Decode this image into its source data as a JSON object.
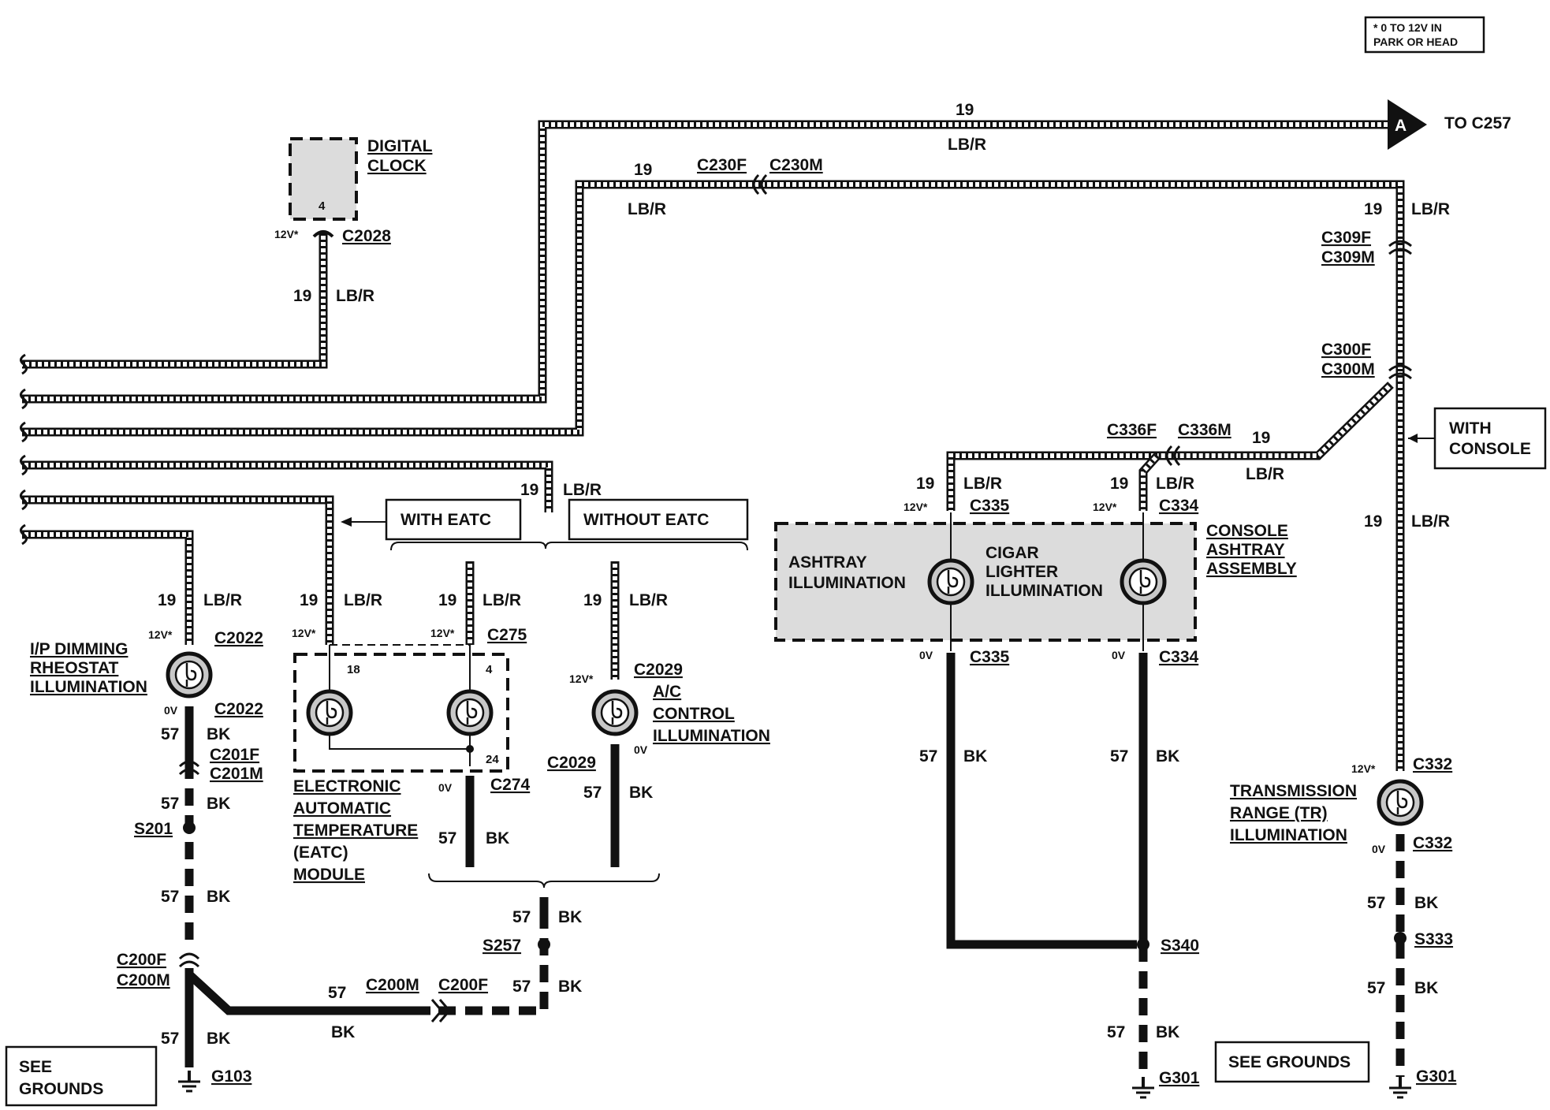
{
  "note": {
    "line1": "* 0 TO 12V IN",
    "line2": "PARK OR HEAD"
  },
  "arrow_a": {
    "letter": "A",
    "label": "TO C257"
  },
  "digital_clock": {
    "line1": "DIGITAL",
    "line2": "CLOCK",
    "pin": "4",
    "voltage": "12V*",
    "connector": "C2028"
  },
  "wire_labels": {
    "circuit_19": "19",
    "lbr": "LB/R",
    "circuit_57": "57",
    "bk": "BK"
  },
  "connectors": {
    "c230f": "C230F",
    "c230m": "C230M",
    "c309f": "C309F",
    "c309m": "C309M",
    "c300f": "C300F",
    "c300m": "C300M",
    "c336f": "C336F",
    "c336m": "C336M",
    "c335": "C335",
    "c334": "C334",
    "c2022": "C2022",
    "c275": "C275",
    "c274": "C274",
    "c2029": "C2029",
    "c201f": "C201F",
    "c201m": "C201M",
    "c200f": "C200F",
    "c200m": "C200M",
    "c332": "C332"
  },
  "splices": {
    "s201": "S201",
    "s257": "S257",
    "s340": "S340",
    "s333": "S333"
  },
  "grounds": {
    "g103": "G103",
    "g301a": "G301",
    "g301b": "G301",
    "see_grounds": [
      "SEE",
      "GROUNDS"
    ],
    "see_grounds_right": "SEE GROUNDS"
  },
  "voltages": {
    "v12": "12V*",
    "v0": "0V"
  },
  "options": {
    "with_eatc": "WITH EATC",
    "without_eatc": "WITHOUT EATC",
    "with_console": [
      "WITH",
      "CONSOLE"
    ]
  },
  "components": {
    "ip_dimming": [
      "I/P DIMMING",
      "RHEOSTAT",
      "ILLUMINATION"
    ],
    "eatc": [
      "ELECTRONIC",
      "AUTOMATIC",
      "TEMPERATURE",
      "(EATC)",
      "MODULE"
    ],
    "eatc_pins": {
      "p18": "18",
      "p4": "4",
      "p24": "24"
    },
    "ac_control": [
      "A/C",
      "CONTROL",
      "ILLUMINATION"
    ],
    "ashtray": [
      "ASHTRAY",
      "ILLUMINATION"
    ],
    "cigar": [
      "CIGAR",
      "LIGHTER",
      "ILLUMINATION"
    ],
    "console_ashtray": [
      "CONSOLE",
      "ASHTRAY",
      "ASSEMBLY"
    ],
    "transmission": [
      "TRANSMISSION",
      "RANGE (TR)",
      "ILLUMINATION"
    ]
  }
}
